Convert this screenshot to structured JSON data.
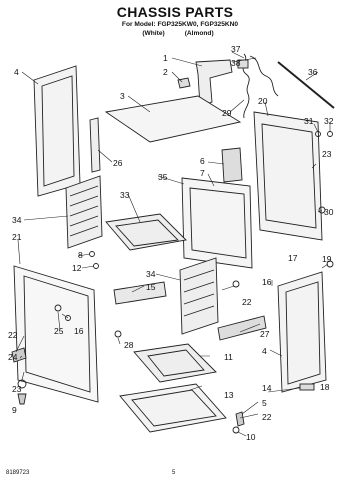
{
  "header": {
    "title": "CHASSIS PARTS",
    "model_line": "For Model: FGP325KW0, FGP325KN0",
    "color_white": "(White)",
    "color_almond": "(Almond)"
  },
  "callouts": [
    {
      "id": "c1",
      "label": "1"
    },
    {
      "id": "c2",
      "label": "2"
    },
    {
      "id": "c37",
      "label": "37"
    },
    {
      "id": "c38",
      "label": "38"
    },
    {
      "id": "c36",
      "label": "36"
    },
    {
      "id": "c4a",
      "label": "4"
    },
    {
      "id": "c3",
      "label": "3"
    },
    {
      "id": "c29",
      "label": "29"
    },
    {
      "id": "c20",
      "label": "20"
    },
    {
      "id": "c31",
      "label": "31"
    },
    {
      "id": "c32",
      "label": "32"
    },
    {
      "id": "c26",
      "label": "26"
    },
    {
      "id": "c6",
      "label": "6"
    },
    {
      "id": "c23a",
      "label": "23"
    },
    {
      "id": "c7",
      "label": "7"
    },
    {
      "id": "c35",
      "label": "35"
    },
    {
      "id": "c33",
      "label": "33"
    },
    {
      "id": "c34a",
      "label": "34"
    },
    {
      "id": "c30",
      "label": "30"
    },
    {
      "id": "c19",
      "label": "19"
    },
    {
      "id": "c21",
      "label": "21"
    },
    {
      "id": "c8",
      "label": "8"
    },
    {
      "id": "c12",
      "label": "12"
    },
    {
      "id": "c34b",
      "label": "34"
    },
    {
      "id": "c15",
      "label": "15"
    },
    {
      "id": "c16a",
      "label": "16"
    },
    {
      "id": "c17",
      "label": "17"
    },
    {
      "id": "c16b",
      "label": "16"
    },
    {
      "id": "c22a",
      "label": "22"
    },
    {
      "id": "c25",
      "label": "25"
    },
    {
      "id": "c27",
      "label": "27"
    },
    {
      "id": "c28",
      "label": "28"
    },
    {
      "id": "c22b",
      "label": "22"
    },
    {
      "id": "c4b",
      "label": "4"
    },
    {
      "id": "c24",
      "label": "24"
    },
    {
      "id": "c11",
      "label": "11"
    },
    {
      "id": "c23b",
      "label": "23"
    },
    {
      "id": "c13",
      "label": "13"
    },
    {
      "id": "c14",
      "label": "14"
    },
    {
      "id": "c18",
      "label": "18"
    },
    {
      "id": "c9",
      "label": "9"
    },
    {
      "id": "c5",
      "label": "5"
    },
    {
      "id": "c22c",
      "label": "22"
    },
    {
      "id": "c10",
      "label": "10"
    }
  ],
  "footer": {
    "part_number": "8189723",
    "page_number": "5"
  }
}
